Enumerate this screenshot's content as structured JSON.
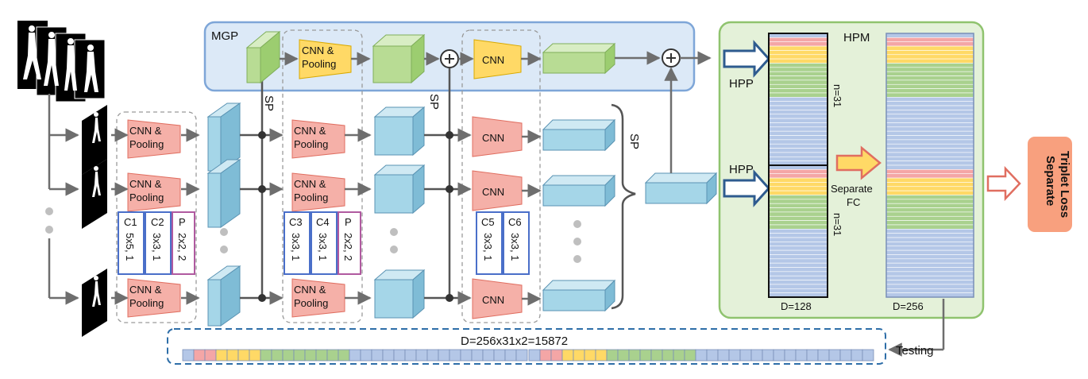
{
  "labels": {
    "mgp": "MGP",
    "hpm": "HPM",
    "sp": "SP",
    "plus": "+",
    "cnn_pooling": [
      "CNN &",
      "Pooling"
    ],
    "cnn": "CNN",
    "hpp": "HPP",
    "separate_fc": [
      "Separate",
      "FC"
    ],
    "n31": "n=31",
    "d128": "D=128",
    "d256": "D=256",
    "feature_dim": "D=256x31x2=15872",
    "testing": "Testing",
    "triplet_loss": [
      "Separate",
      "Triplet Loss"
    ]
  },
  "config_boxes": [
    {
      "id": "c1",
      "name": "C1",
      "param": "5x5, 1"
    },
    {
      "id": "c2",
      "name": "C2",
      "param": "3x3, 1"
    },
    {
      "id": "p1",
      "name": "P",
      "param": "2x2, 2"
    },
    {
      "id": "c3",
      "name": "C3",
      "param": "3x3, 1"
    },
    {
      "id": "c4",
      "name": "C4",
      "param": "3x3, 1"
    },
    {
      "id": "p2",
      "name": "P",
      "param": "2x2, 2"
    },
    {
      "id": "c5",
      "name": "C5",
      "param": "3x3, 1"
    },
    {
      "id": "c6",
      "name": "C6",
      "param": "3x3, 1"
    }
  ],
  "colors": {
    "pink_block": "#f5b0a8",
    "yellow_block": "#ffd966",
    "green_block": "#b8dc94",
    "cyan_block": "#a5d6e8",
    "mgp_bg": "#dce9f7",
    "hpm_bg": "#e4f1d9",
    "strip_pink": "#f4a6a6",
    "strip_yellow": "#ffd966",
    "strip_green": "#a9d18e",
    "strip_blue": "#b4c7e7",
    "loss_bg": "#f8a07e"
  }
}
